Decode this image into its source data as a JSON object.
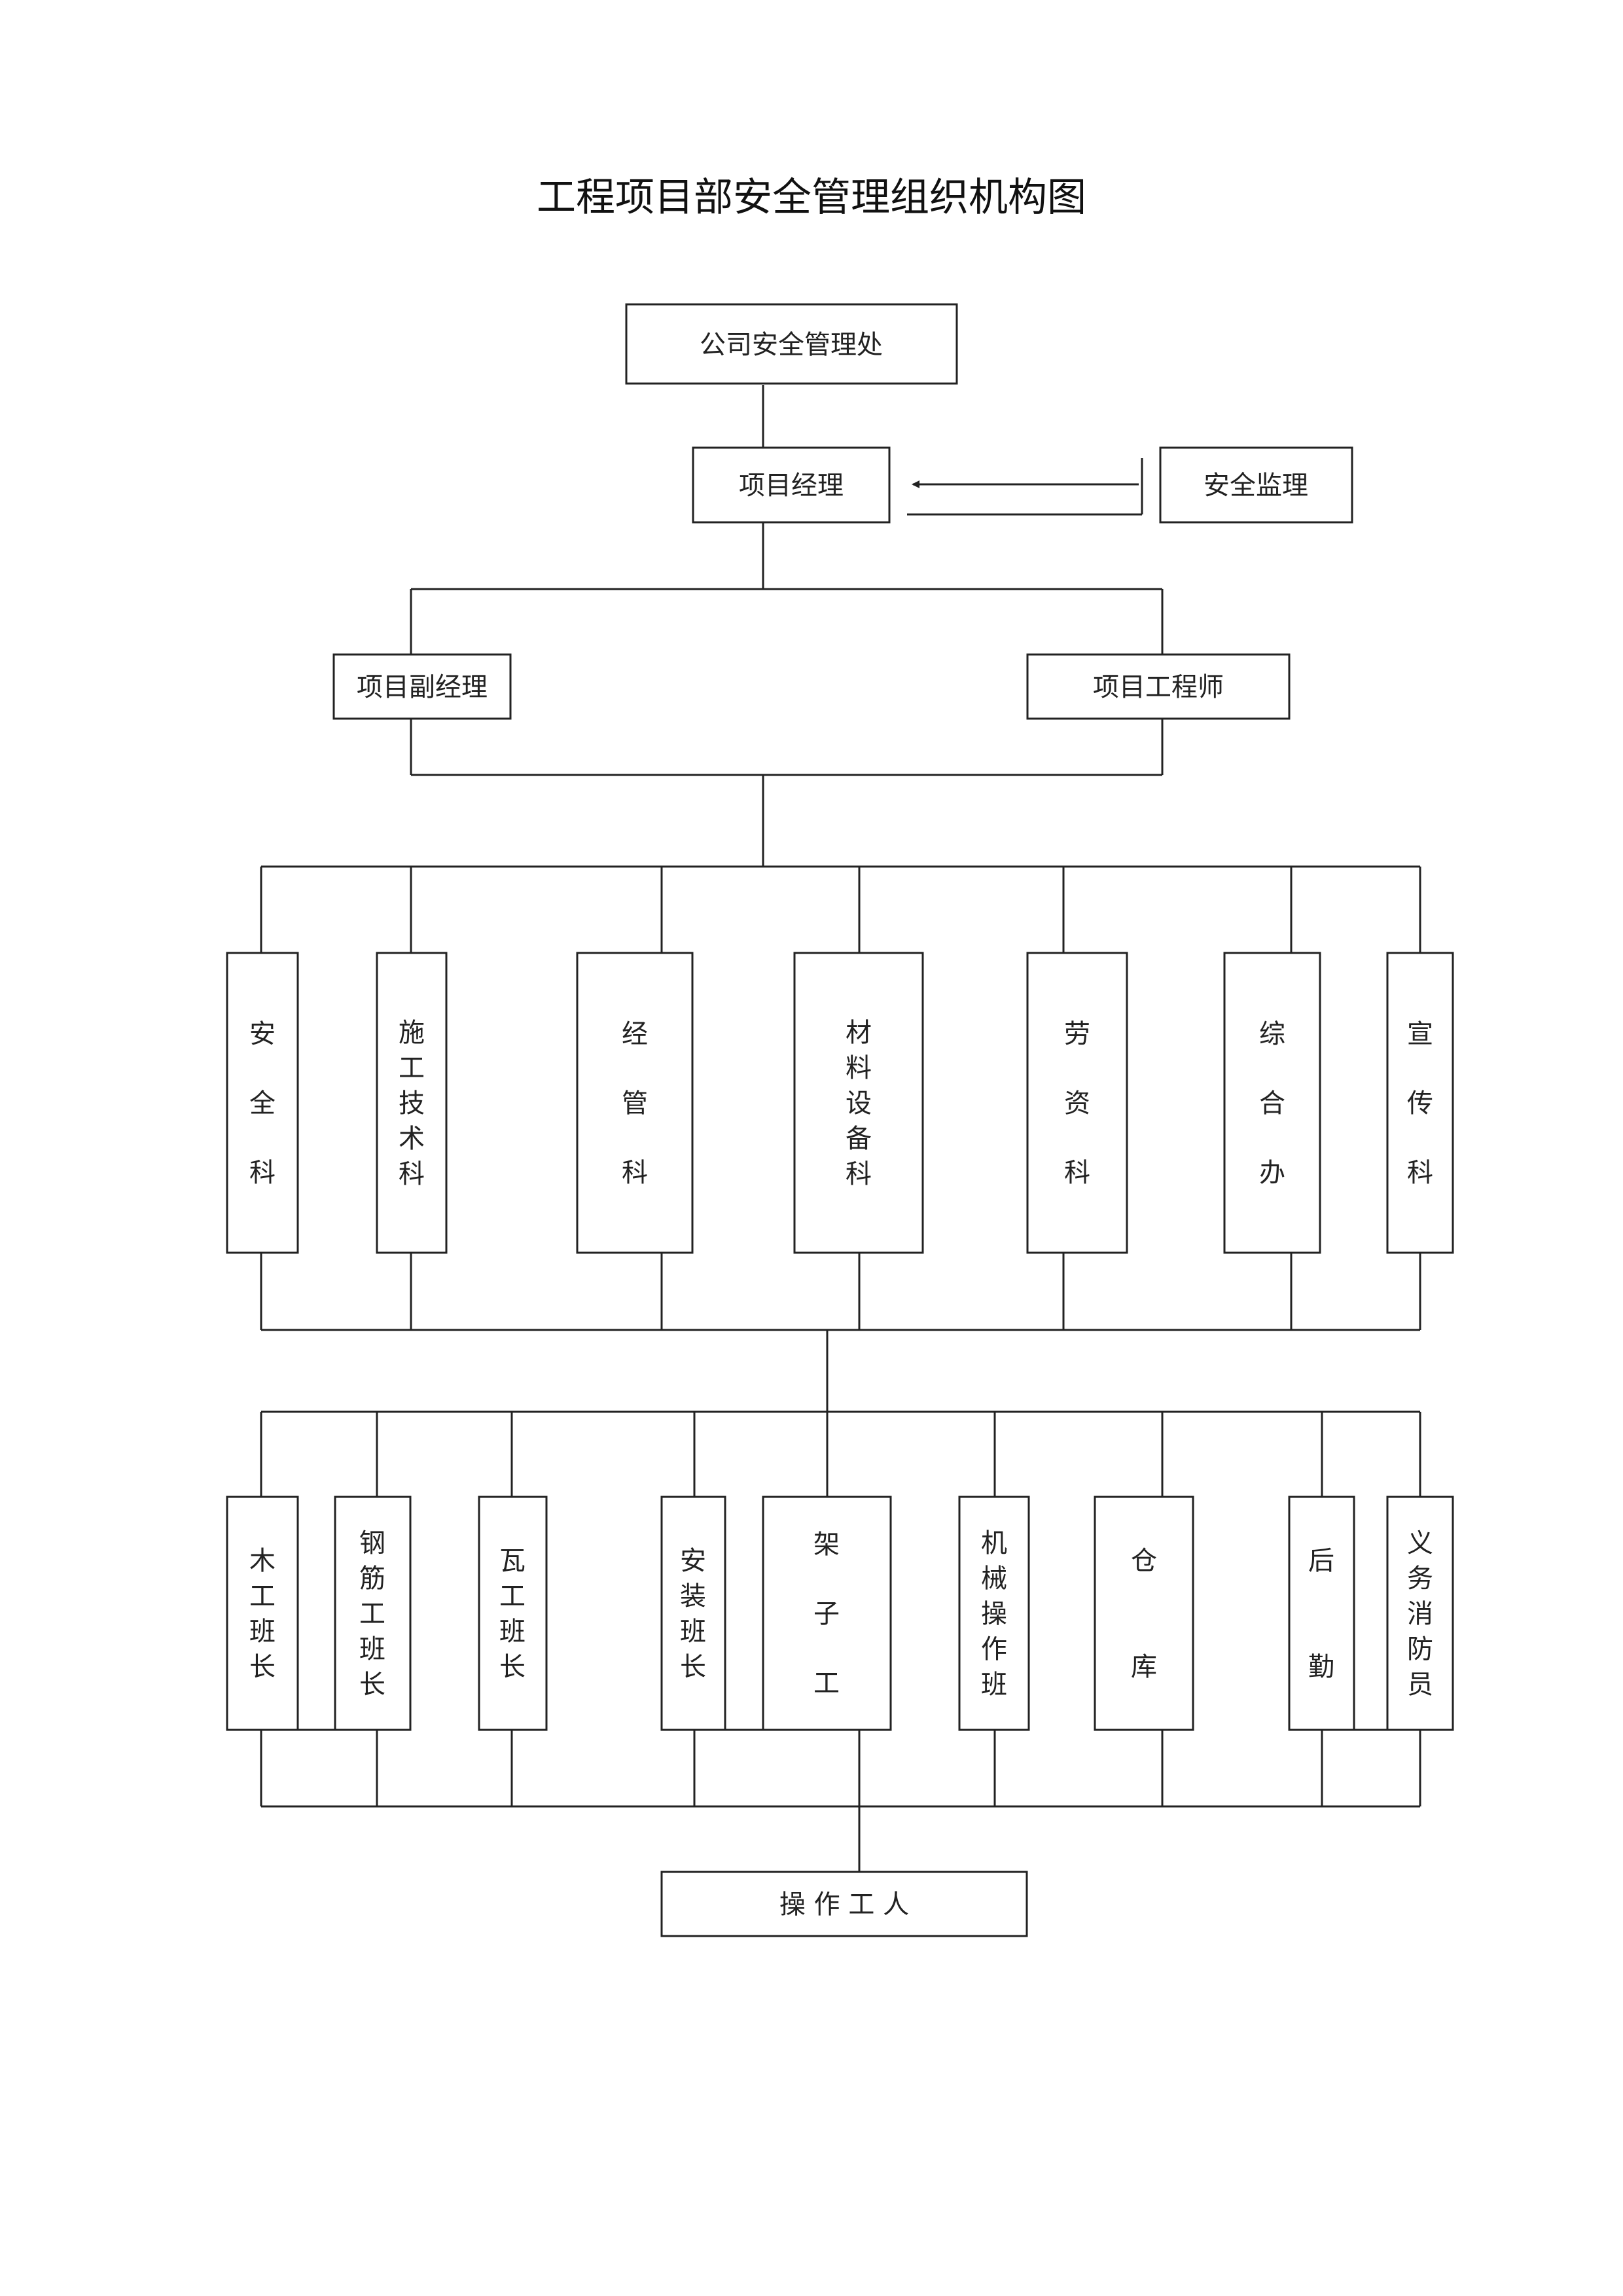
{
  "title": "工程项目部安全管理组织机构图",
  "top": {
    "company": "公司安全管理处",
    "manager": "项目经理",
    "supervisor": "安全监理",
    "deputy": "项目副经理",
    "engineer": "项目工程师"
  },
  "departments": [
    {
      "id": "safety",
      "label": [
        "安",
        "全",
        "科"
      ]
    },
    {
      "id": "construction-tech",
      "label": [
        "施",
        "工",
        "技",
        "术",
        "科"
      ]
    },
    {
      "id": "business",
      "label": [
        "经",
        "管",
        "科"
      ]
    },
    {
      "id": "materials-equipment",
      "label": [
        "材",
        "料",
        "设",
        "备",
        "科"
      ]
    },
    {
      "id": "labor",
      "label": [
        "劳",
        "资",
        "科"
      ]
    },
    {
      "id": "general-office",
      "label": [
        "综",
        "合",
        "办"
      ]
    },
    {
      "id": "publicity",
      "label": [
        "宣",
        "传",
        "科"
      ]
    }
  ],
  "teams": [
    {
      "id": "carpenter-leader",
      "label": [
        "木",
        "工",
        "班",
        "长"
      ]
    },
    {
      "id": "rebar-leader",
      "label": [
        "钢",
        "筋",
        "工",
        "班",
        "长"
      ]
    },
    {
      "id": "mason-leader",
      "label": [
        "瓦",
        "工",
        "班",
        "长"
      ]
    },
    {
      "id": "install-leader",
      "label": [
        "安",
        "装",
        "班",
        "长"
      ]
    },
    {
      "id": "scaffolder",
      "label": [
        "架",
        "子",
        "工"
      ]
    },
    {
      "id": "machine-team",
      "label": [
        "机",
        "械",
        "操",
        "作",
        "班"
      ]
    },
    {
      "id": "warehouse",
      "label": [
        "仓",
        "库"
      ]
    },
    {
      "id": "logistics",
      "label": [
        "后",
        "勤"
      ]
    },
    {
      "id": "volunteer-firefighter",
      "label": [
        "义",
        "务",
        "消",
        "防",
        "员"
      ]
    }
  ],
  "workers": "操 作 工 人"
}
